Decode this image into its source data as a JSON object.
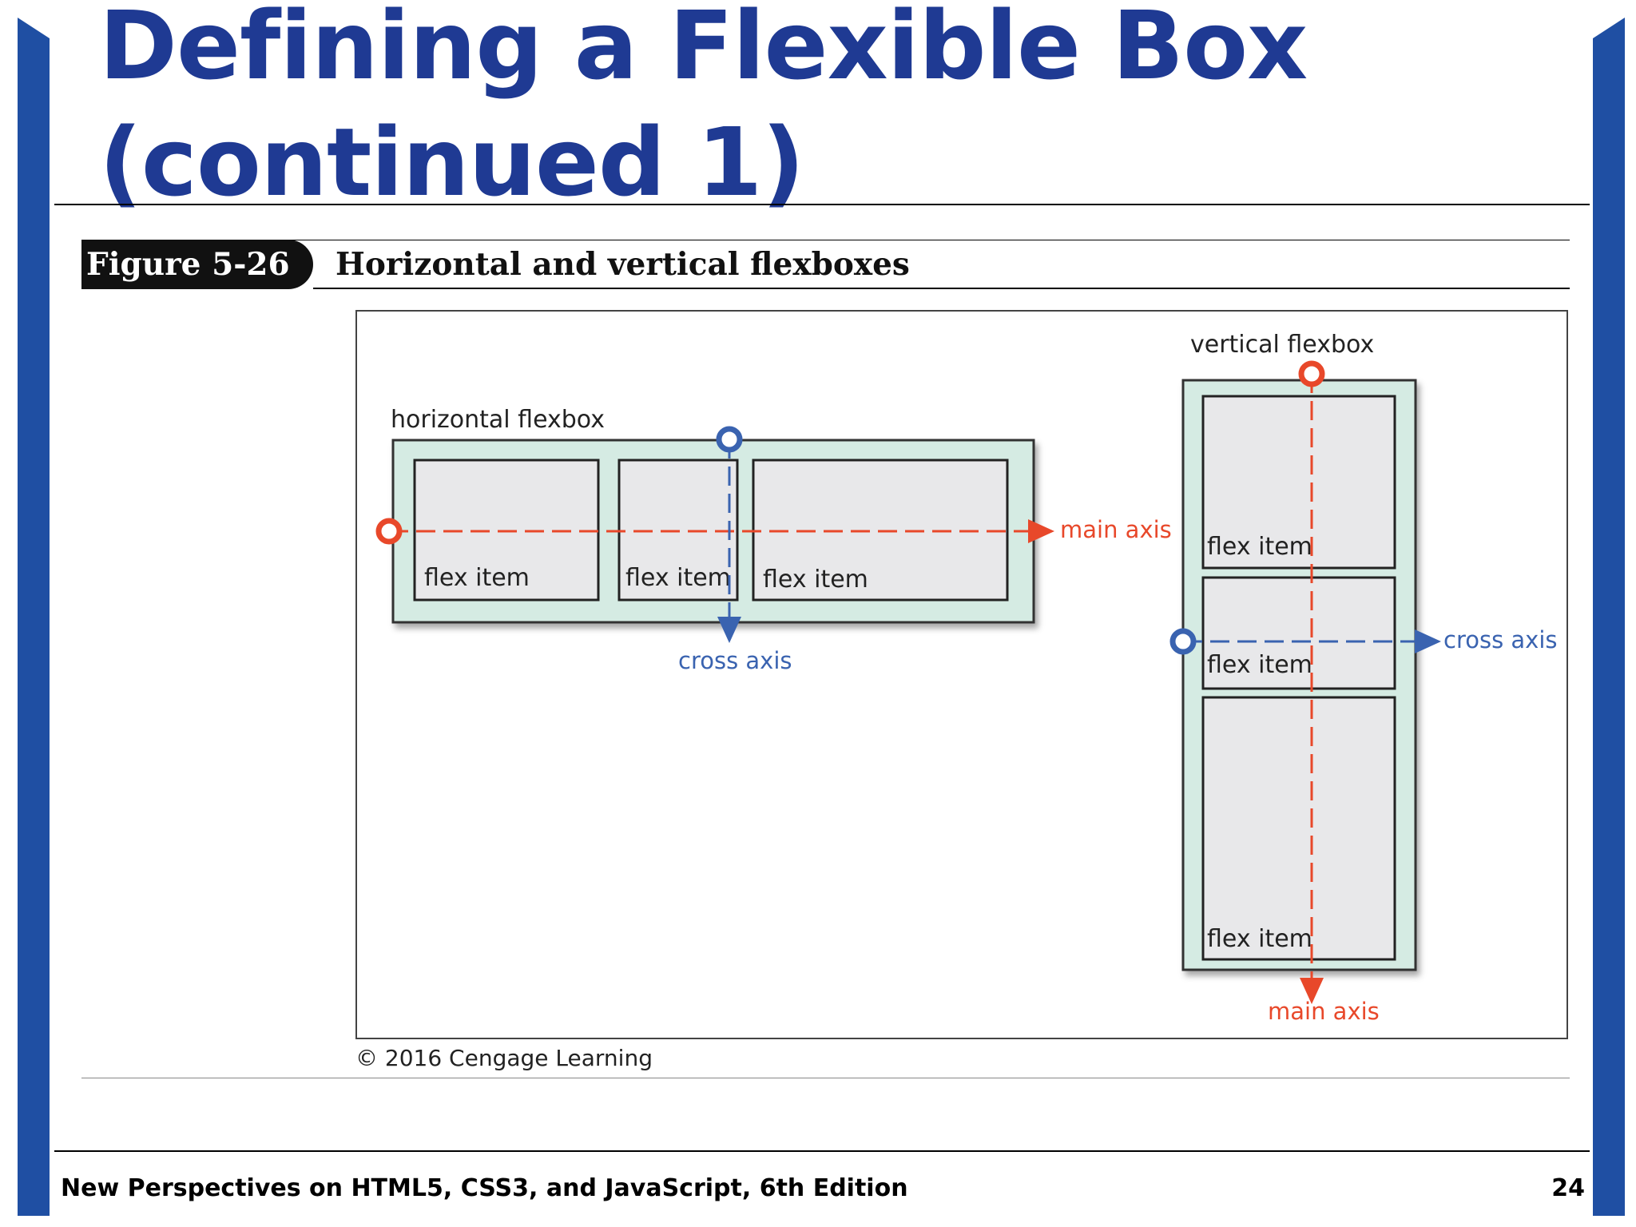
{
  "slide": {
    "title": "Defining a Flexible Box (continued 1)",
    "footer": "New Perspectives on HTML5, CSS3, and JavaScript, 6th Edition",
    "page_number": "24"
  },
  "figure": {
    "label": "Figure 5-26",
    "caption": "Horizontal and vertical flexboxes",
    "credit": "© 2016 Cengage Learning",
    "horizontal": {
      "title": "horizontal flexbox",
      "items": [
        "flex item",
        "flex item",
        "flex item"
      ],
      "main_axis_label": "main axis",
      "cross_axis_label": "cross axis"
    },
    "vertical": {
      "title": "vertical flexbox",
      "items": [
        "flex item",
        "flex item",
        "flex item"
      ],
      "main_axis_label": "main axis",
      "cross_axis_label": "cross axis"
    }
  },
  "colors": {
    "title_blue": "#1f3a93",
    "side_bar_blue": "#1f4fa3",
    "container_fill": "#d5ebe3",
    "item_fill": "#e8e8ea",
    "main_axis_color": "#e8482a",
    "cross_axis_color": "#3a63b0"
  }
}
